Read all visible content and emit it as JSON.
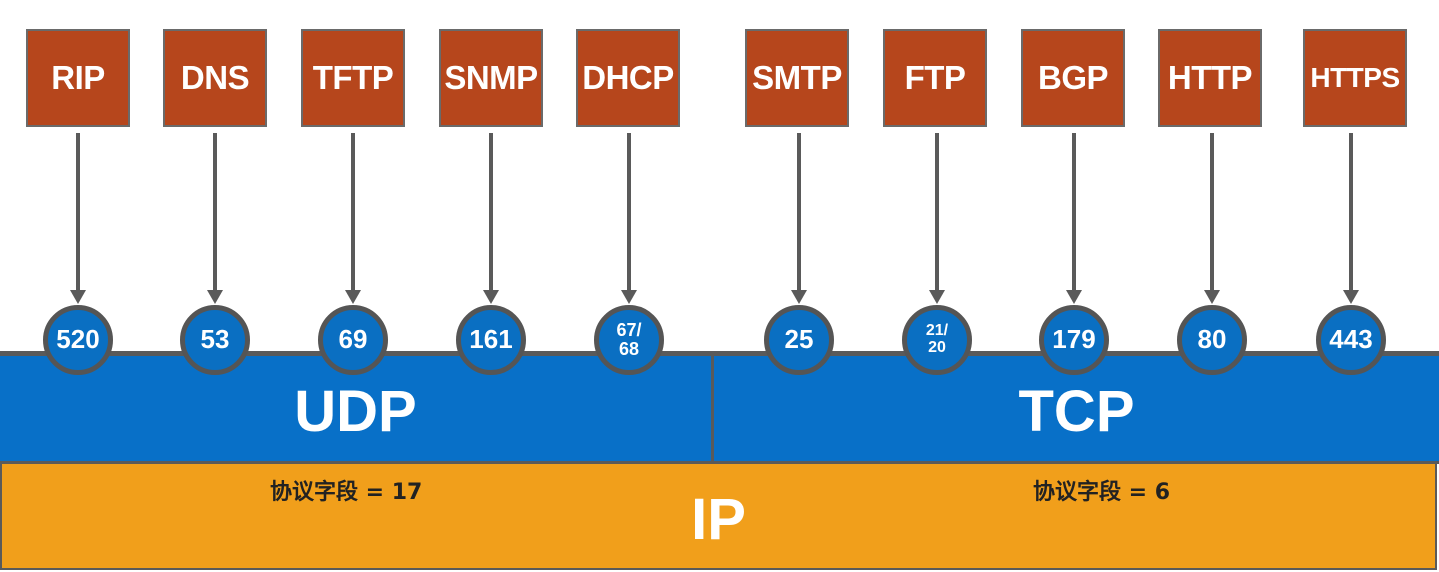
{
  "udp_protocols": [
    {
      "name": "RIP",
      "port": "520"
    },
    {
      "name": "DNS",
      "port": "53"
    },
    {
      "name": "TFTP",
      "port": "69"
    },
    {
      "name": "SNMP",
      "port": "161"
    },
    {
      "name": "DHCP",
      "port": "67/",
      "port_line2": "68"
    }
  ],
  "tcp_protocols": [
    {
      "name": "SMTP",
      "port": "25"
    },
    {
      "name": "FTP",
      "port": "21/",
      "port_line2": "20"
    },
    {
      "name": "BGP",
      "port": "179"
    },
    {
      "name": "HTTP",
      "port": "80"
    },
    {
      "name": "HTTPS",
      "port": "443"
    }
  ],
  "transport": {
    "udp_label": "UDP",
    "tcp_label": "TCP"
  },
  "ip": {
    "label": "IP",
    "udp_field_note": "协议字段 = 17",
    "tcp_field_note": "协议字段 = 6"
  },
  "colors": {
    "app_box": "#b6461c",
    "port_circle": "#0a6fc2",
    "transport_bar": "#0870c8",
    "ip_bar": "#f19f1b"
  }
}
